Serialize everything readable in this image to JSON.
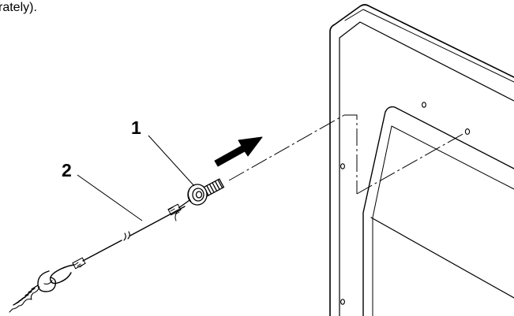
{
  "caption_fragment": "rately).",
  "callouts": [
    {
      "label": "1"
    },
    {
      "label": "2"
    }
  ],
  "colors": {
    "ink": "#000000",
    "background": "#ffffff"
  },
  "icons": {
    "direction_arrow": "arrow-right-up-icon",
    "cable": "safety-cable",
    "hook": "screw-eye-hook-icon",
    "panel": "tv-rear-panel"
  }
}
